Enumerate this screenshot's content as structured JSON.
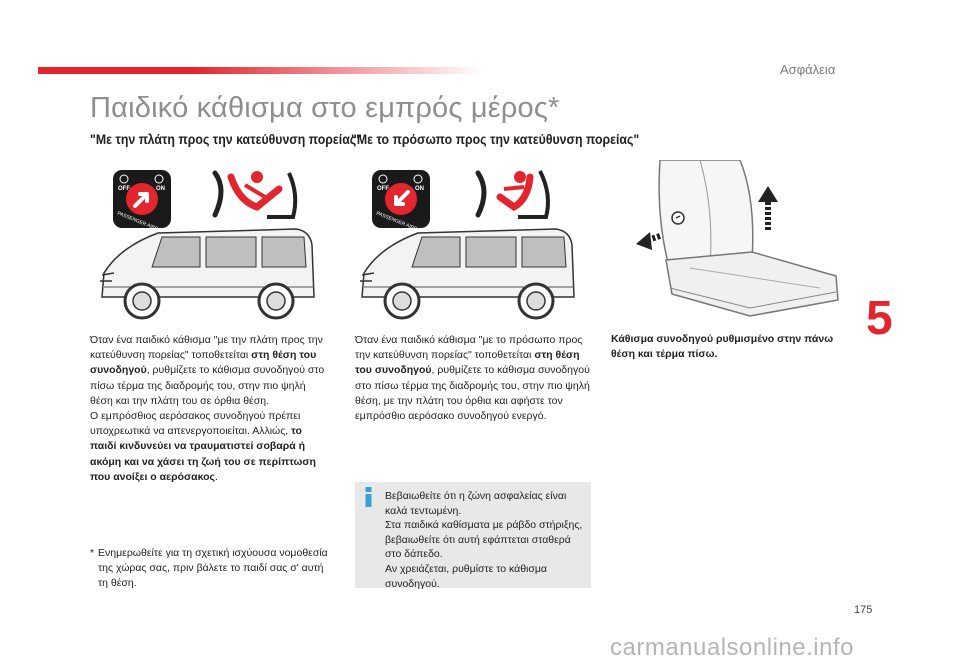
{
  "header": {
    "section_name": "Ασφάλεια",
    "title": "Παιδικό κάθισμα στο εμπρός μέρος*"
  },
  "columns": {
    "left": {
      "heading": "\"Με την πλάτη προς την κατεύθυνση πορείας\"",
      "badge": {
        "off": "OFF",
        "on": "ON",
        "label": "PASSENGER AIRBAG"
      },
      "paragraph": {
        "p1": "Όταν ένα παιδικό κάθισμα \"με την πλάτη προς την κατεύθυνση πορείας\" τοποθετείται ",
        "p1_bold": "στη θέση του συνοδηγού",
        "p1_end": ", ρυθμίζετε το κάθισμα συνοδηγού στο πίσω τέρμα της διαδρομής του, στην πιο ψηλή θέση και την πλάτη του σε όρθια θέση.",
        "p2": "Ο εμπρόσθιος αερόσακος συνοδηγού πρέπει υποχρεωτικά να απενεργοποιείται. Αλλιώς,",
        "p2_bold": "το παιδί κινδυνεύει να τραυματιστεί σοβαρά ή ακόμη και να χάσει τη ζωή του σε περίπτωση που ανοίξει ο αερόσακος",
        "p2_end": "."
      }
    },
    "middle": {
      "heading": "\"Με το πρόσωπο προς την κατεύθυνση πορείας\"",
      "badge": {
        "off": "OFF",
        "on": "ON",
        "label": "PASSENGER AIRBAG"
      },
      "paragraph": {
        "p1": "Όταν ένα παιδικό κάθισμα \"με το πρόσωπο προς την κατεύθυνση πορείας\" τοποθετείται ",
        "p1_bold": "στη θέση του συνοδηγού",
        "p1_end": ", ρυθμίζετε το κάθισμα συνοδηγού στο πίσω τέρμα της διαδρομής του, στην πιο ψηλή θέση, με την πλάτη του όρθια και αφήστε τον εμπρόσθιο αερόσακο συνοδηγού ενεργό."
      }
    },
    "right": {
      "caption": "Κάθισμα συνοδηγού ρυθμισμένο στην πάνω θέση και τέρμα πίσω."
    }
  },
  "info_box": {
    "icon": "info-icon",
    "text": "Βεβαιωθείτε ότι η ζώνη ασφαλείας είναι καλά τεντωμένη.\nΣτα παιδικά καθίσματα με ράβδο στήριξης, βεβαιωθείτε ότι αυτή εφάπτεται σταθερά στο δάπεδο.\nΑν χρειάζεται, ρυθμίστε το κάθισμα συνοδηγού."
  },
  "footnote": {
    "star": "*",
    "text": "Ενημερωθείτε για τη σχετική ισχύουσα νομοθεσία της χώρας σας, πριν βάλετε το παιδί σας σ' αυτή τη θέση."
  },
  "chapter_number": "5",
  "page_number": "175",
  "watermark": "carmanualsonline.info",
  "colors": {
    "accent": "#e3262e",
    "title_gray": "#8e8e8e",
    "info_bg": "#e8e8e8",
    "info_icon": "#3aa0d8"
  }
}
